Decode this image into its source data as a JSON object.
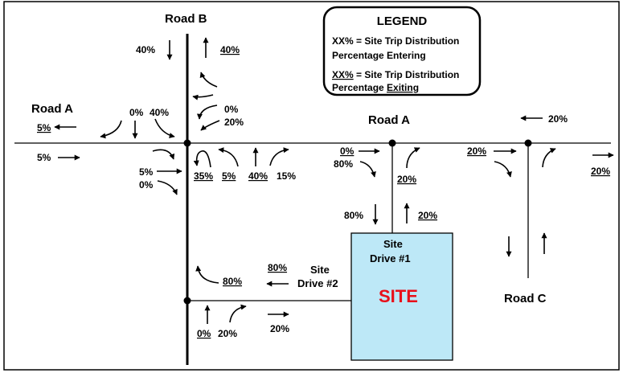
{
  "roads": {
    "road_b": "Road B",
    "road_a_west": "Road A",
    "road_a_east": "Road A",
    "road_c": "Road C"
  },
  "site": {
    "name": "SITE",
    "drive1_line1": "Site",
    "drive1_line2": "Drive #1",
    "drive2_line1": "Site",
    "drive2_line2": "Drive #2",
    "fill": "#bde8f7"
  },
  "legend": {
    "title": "LEGEND",
    "entering_line1": "XX% =  Site Trip Distribution",
    "entering_line2": "Percentage Entering",
    "exiting_key": "XX%",
    "exiting_line1_rest": " = Site Trip Distribution",
    "exiting_line2_prefix": "Percentage ",
    "exiting_line2_word": "Exiting"
  },
  "percentages": {
    "rb_north_in": "40%",
    "rb_north_out": "40%",
    "rb_sb_right": "0%",
    "rb_sb_thru": "40%",
    "rb_nb_0": "0%",
    "rb_nb_20": "20%",
    "ra_west_out": "5%",
    "ra_west_in": "5%",
    "ra_eb_thru": "5%",
    "ra_eb_right": "0%",
    "rb_out_35": "35%",
    "rb_out_5": "5%",
    "rb_out_40": "40%",
    "rb_15": "15%",
    "d1_wb": "0%",
    "d1_80": "80%",
    "d1_20_right": "20%",
    "d1_80_sb": "80%",
    "d1_20_nb": "20%",
    "rc_wb_in": "20%",
    "rc_eb_out": "20%",
    "rc_east_out": "20%",
    "d2_80_top": "80%",
    "d2_80_left": "80%",
    "d2_0": "0%",
    "d2_20": "20%",
    "d2_20_right": "20%"
  }
}
